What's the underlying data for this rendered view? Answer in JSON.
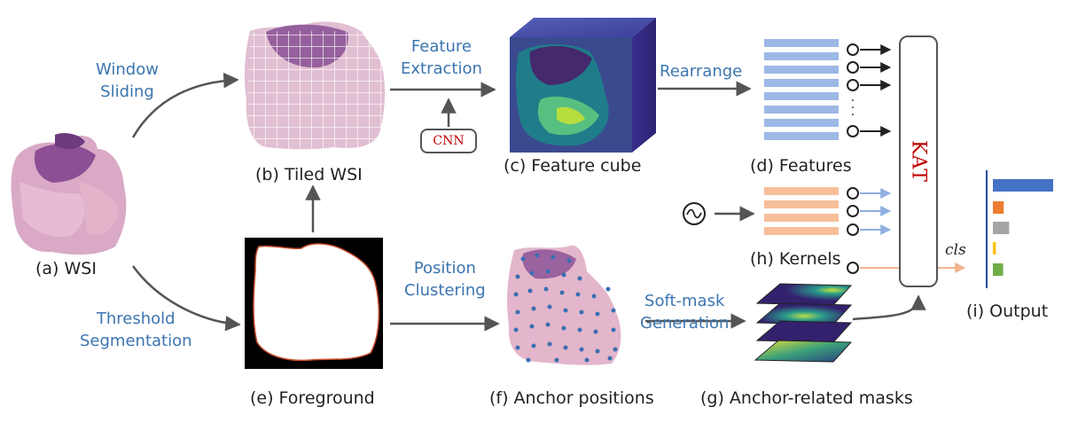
{
  "labels": {
    "wsi": "(a) WSI",
    "tiled": "(b) Tiled WSI",
    "cube": "(c) Feature cube",
    "features": "(d) Features",
    "foreground": "(e) Foreground",
    "anchors": "(f) Anchor positions",
    "masks": "(g) Anchor-related masks",
    "kernels": "(h) Kernels",
    "output": "(i) Output"
  },
  "steps": {
    "window_1": "Window",
    "window_2": "Sliding",
    "feature_1": "Feature",
    "feature_2": "Extraction",
    "rearrange": "Rearrange",
    "threshold_1": "Threshold",
    "threshold_2": "Segmentation",
    "position_1": "Position",
    "position_2": "Clustering",
    "softmask_1": "Soft-mask",
    "softmask_2": "Generation"
  },
  "boxes": {
    "cnn": "CNN",
    "kat": "KAT",
    "cls": "cls"
  },
  "colors": {
    "step_text": "#3b75b0",
    "feature_bar": "#9db8e6",
    "kernel_bar": "#f7bf99",
    "kat_text": "#c00000",
    "cls_arrow": "#f2b48c",
    "output_bars": [
      "#4472c4",
      "#ed7d31",
      "#a5a5a5",
      "#ffc000",
      "#70ad47"
    ]
  },
  "output": {
    "values": [
      1.0,
      0.18,
      0.27,
      0.05,
      0.17
    ]
  }
}
